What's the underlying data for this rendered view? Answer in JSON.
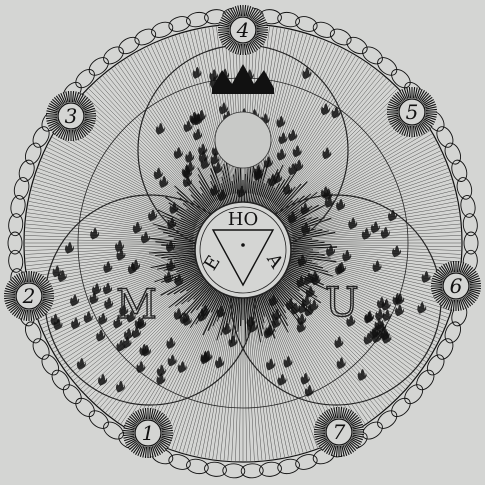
{
  "figure": {
    "background": "#d4d5d3",
    "ink": "#111111",
    "medallions": [
      {
        "label": "4"
      },
      {
        "label": "5"
      },
      {
        "label": "6"
      },
      {
        "label": "7"
      },
      {
        "label": "1"
      },
      {
        "label": "2"
      },
      {
        "label": "3"
      }
    ],
    "center_word": "HO",
    "center_triangle_letters": [
      "E",
      "A"
    ],
    "circle_letters": [
      "M",
      "U"
    ]
  }
}
